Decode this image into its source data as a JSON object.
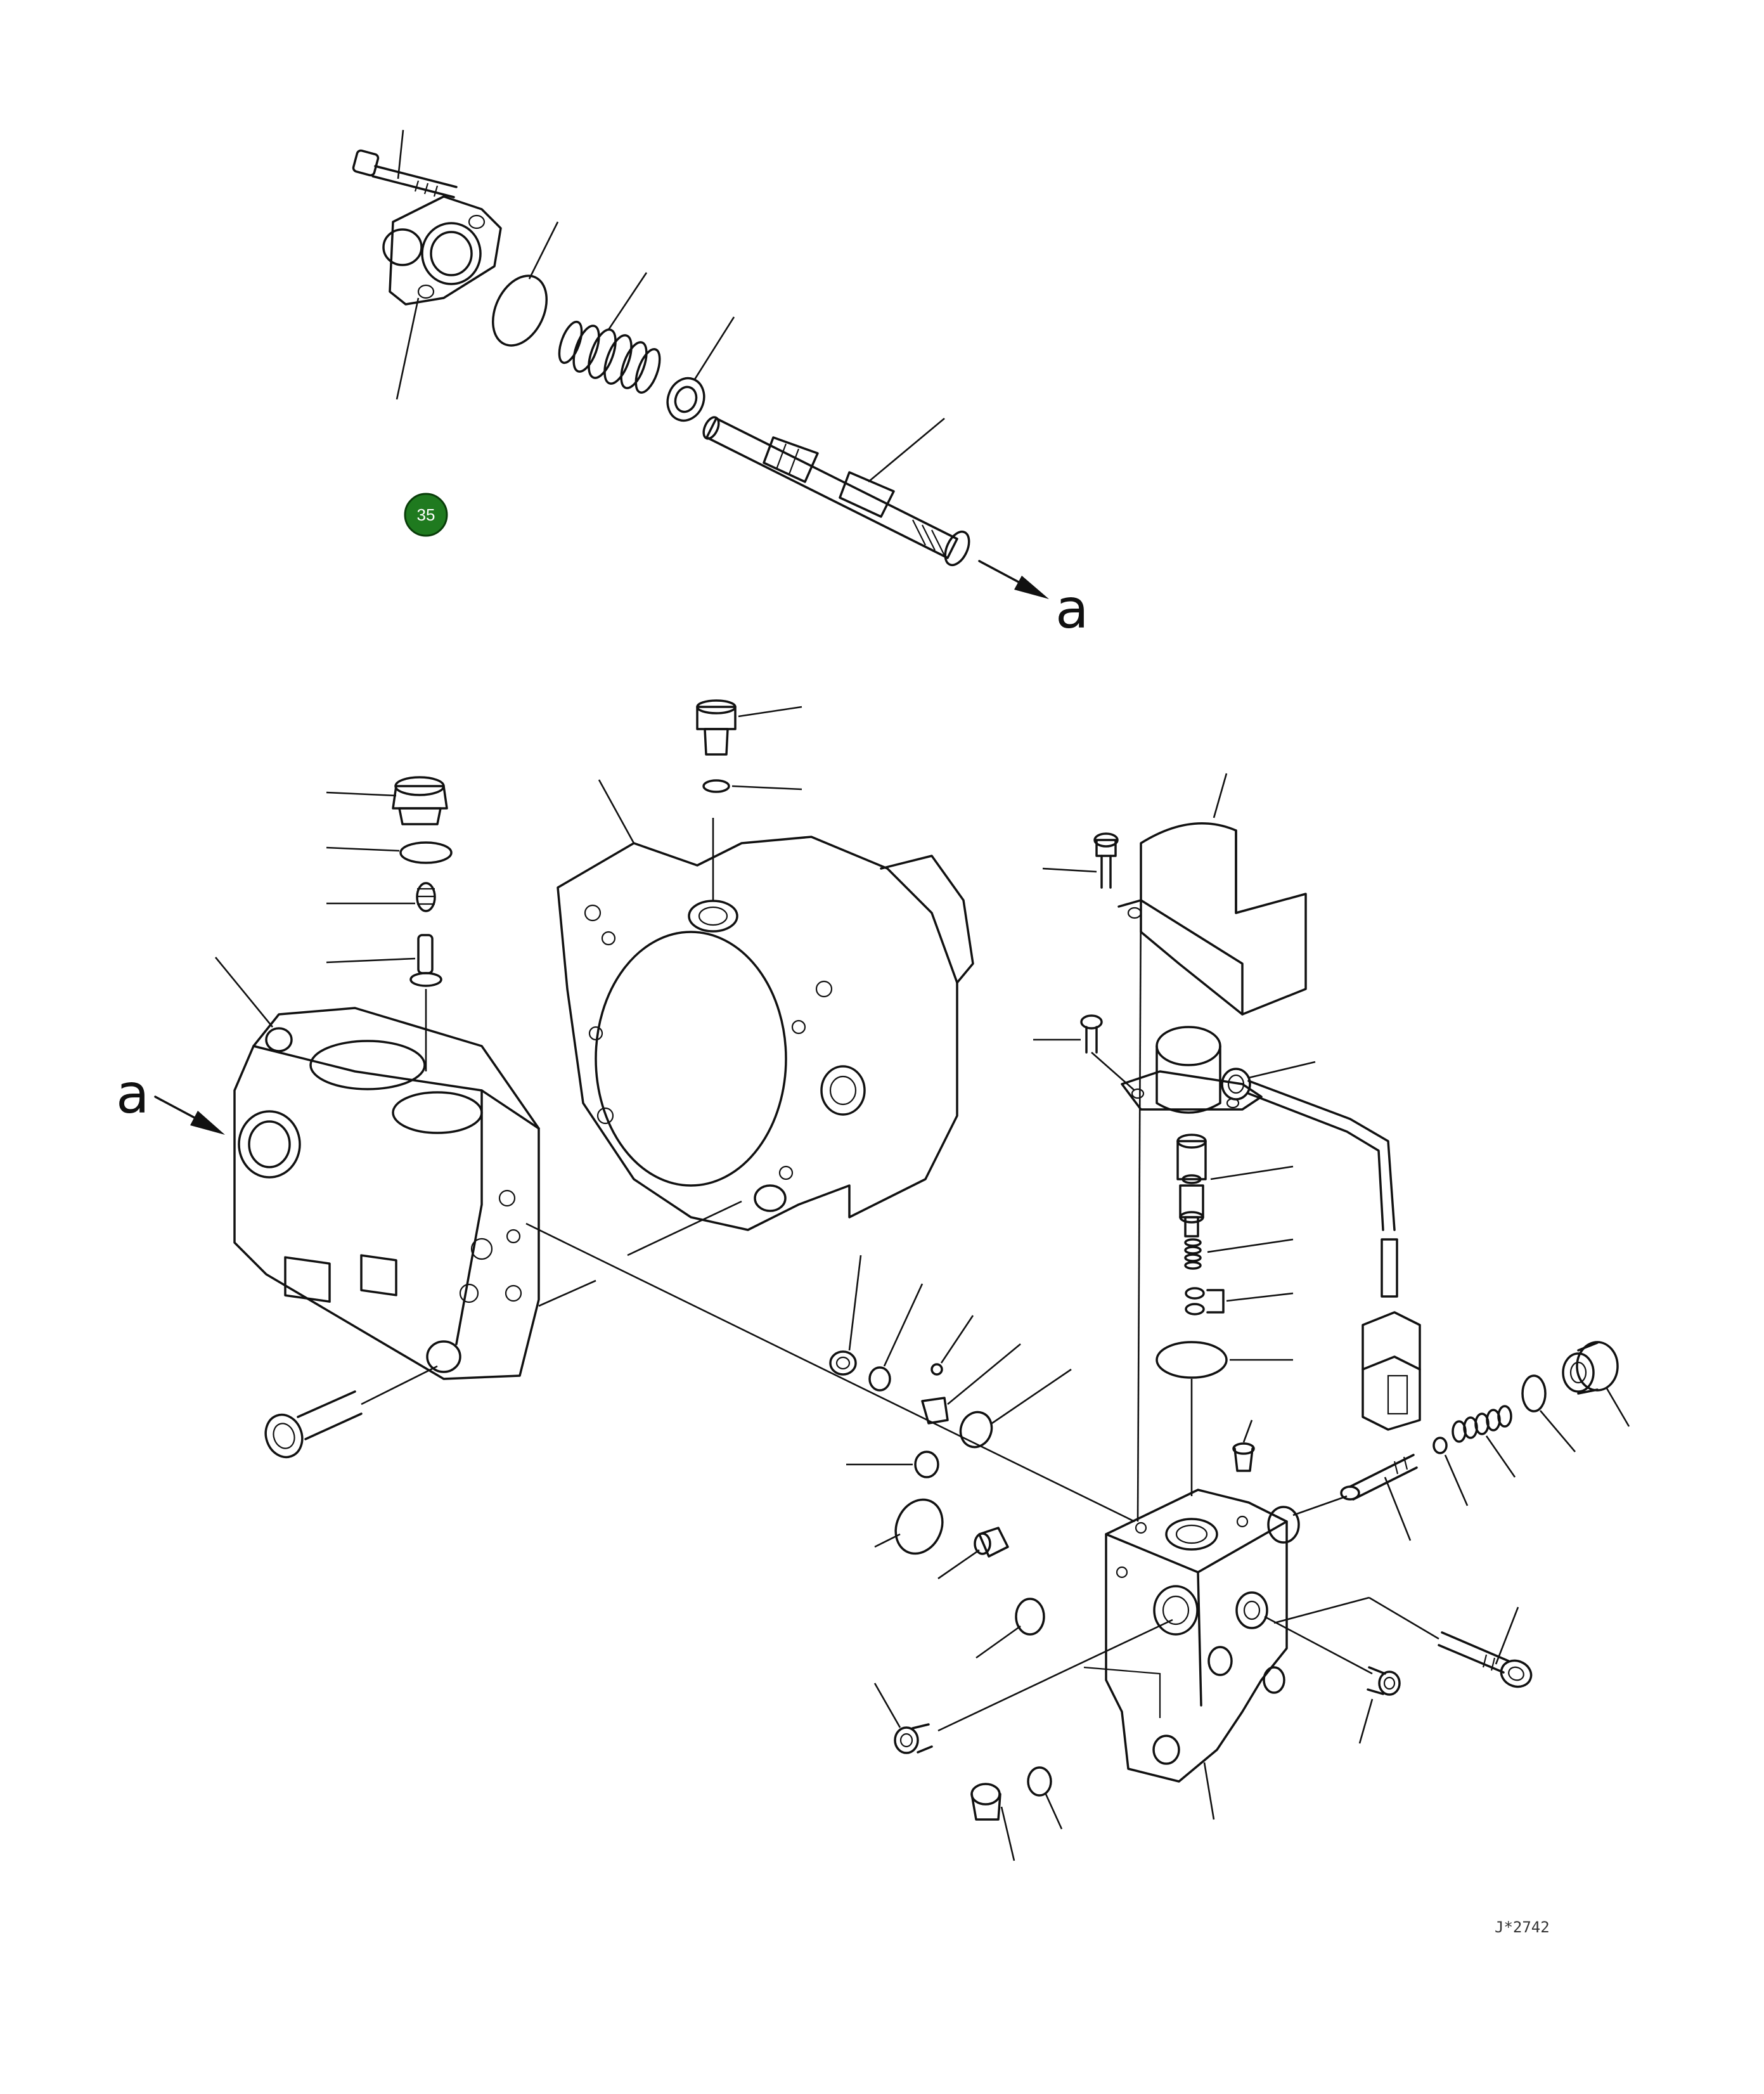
{
  "diagram": {
    "section_marker": "a",
    "callout_badge": {
      "label": "35",
      "color": "#1f7a1f"
    },
    "drawing_code": "J*2742",
    "line_color": "#111111",
    "background_color": "#ffffff"
  }
}
